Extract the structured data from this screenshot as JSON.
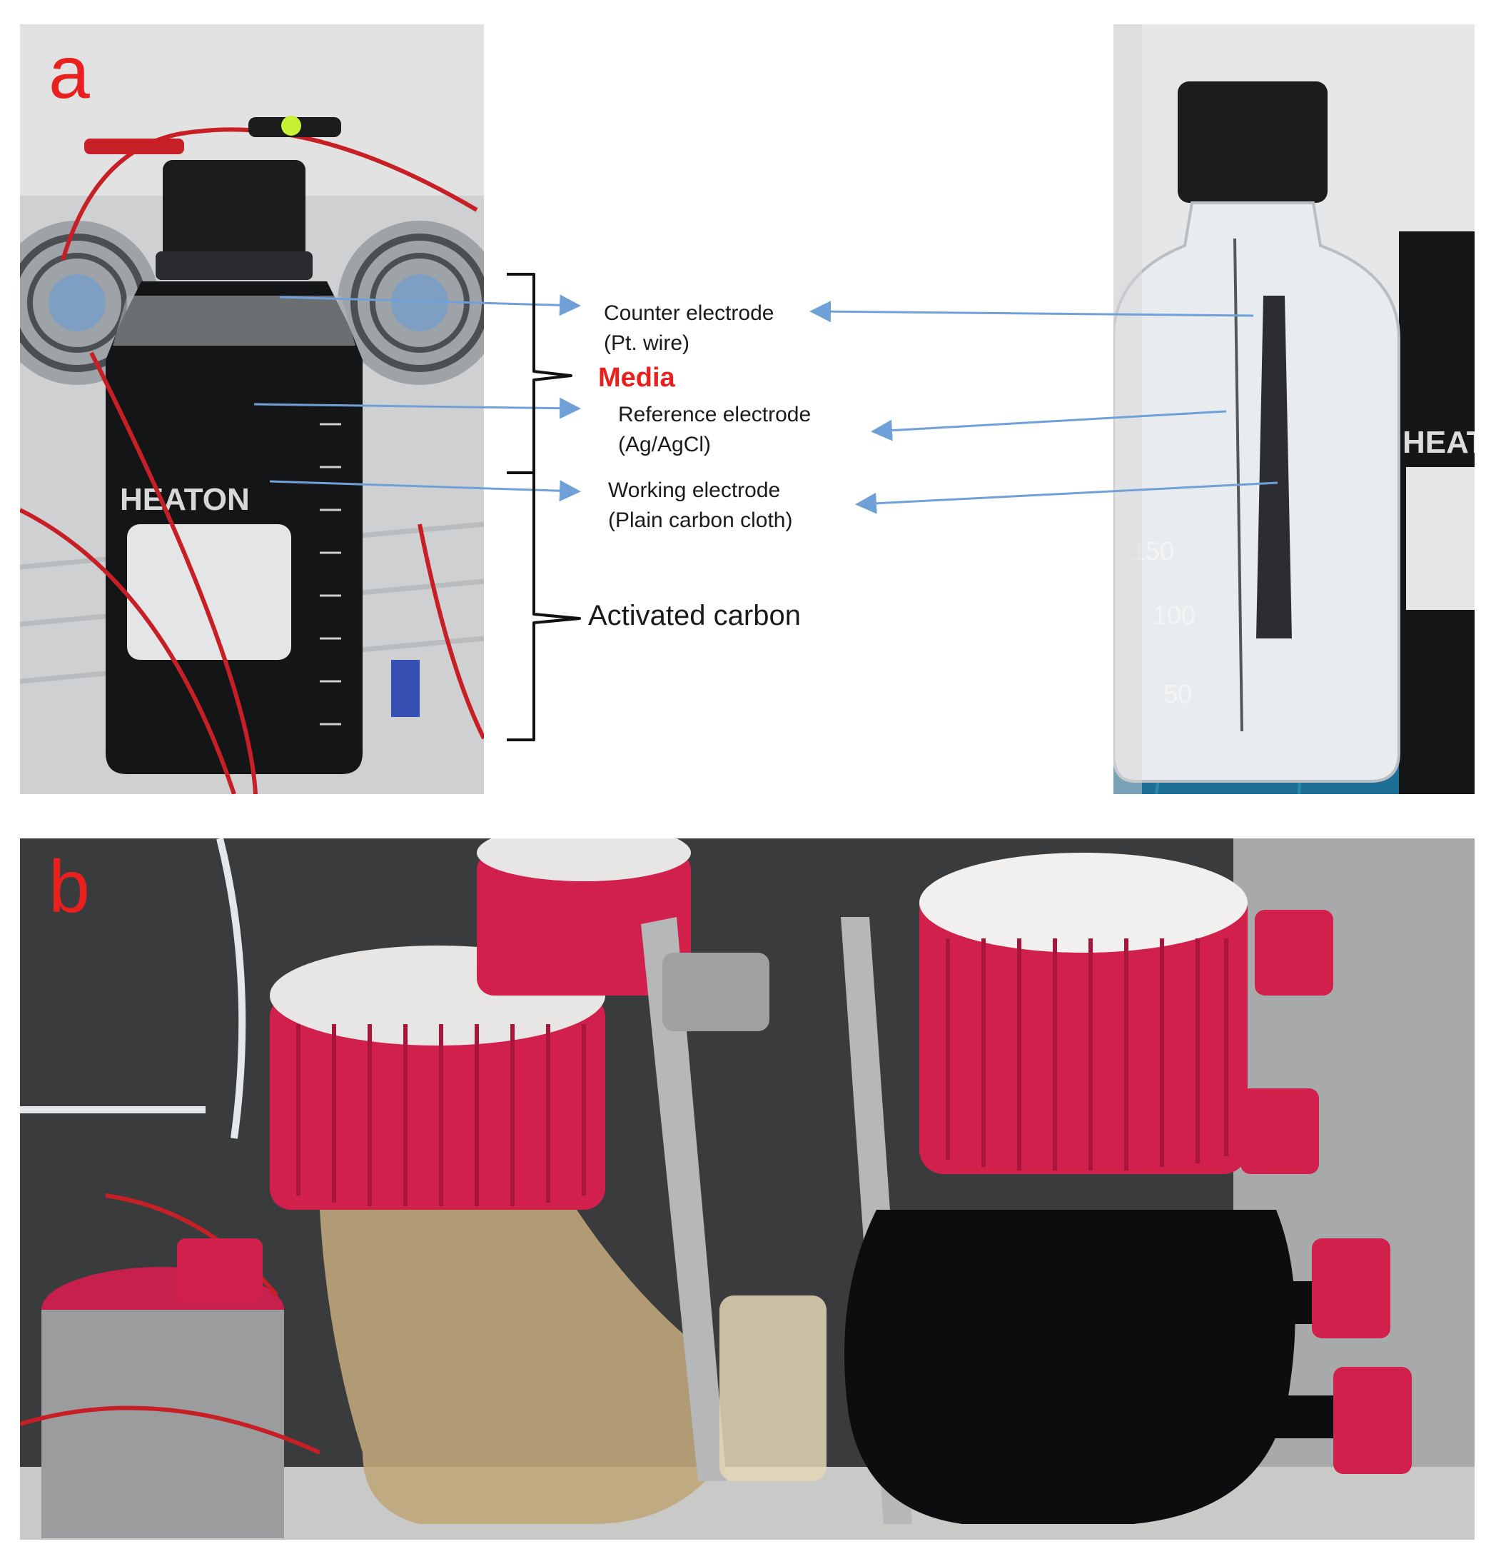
{
  "panels": {
    "a": {
      "letter": "a"
    },
    "b": {
      "letter": "b"
    }
  },
  "labels": {
    "counter": {
      "line1": "Counter electrode",
      "line2": "(Pt. wire)"
    },
    "reference": {
      "line1": "Reference electrode",
      "line2": "(Ag/AgCl)"
    },
    "working": {
      "line1": "Working electrode",
      "line2": "(Plain carbon cloth)"
    },
    "media": "Media",
    "activated_carbon": "Activated carbon"
  },
  "photo_text": {
    "bottle_brand": "HEATON",
    "bottle_brand_right": "HEAT",
    "scale_marks": [
      "150",
      "100",
      "50"
    ]
  },
  "colors": {
    "panel_letter": "#e8201e",
    "media_label": "#e8201e",
    "arrow": "#6fa1d8",
    "bracket": "#111111",
    "cap_red": "#d9204f"
  }
}
